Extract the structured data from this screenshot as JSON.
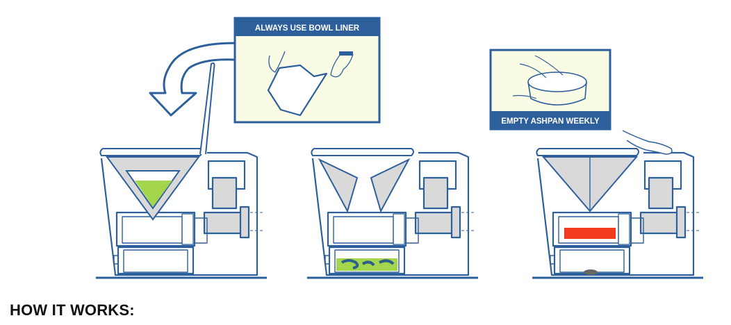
{
  "callouts": {
    "bowl_liner": "ALWAYS USE BOWL LINER",
    "ashpan": "EMPTY ASHPAN WEEKLY"
  },
  "heading": "HOW IT WORKS:",
  "colors": {
    "line": "#2c5f9c",
    "panel": "#fafbe4",
    "liner_green": "#a3d64c",
    "heater_red": "#f23a1e",
    "bowl_gray": "#d9d9d9",
    "ash_dark": "#2d5e8c"
  }
}
